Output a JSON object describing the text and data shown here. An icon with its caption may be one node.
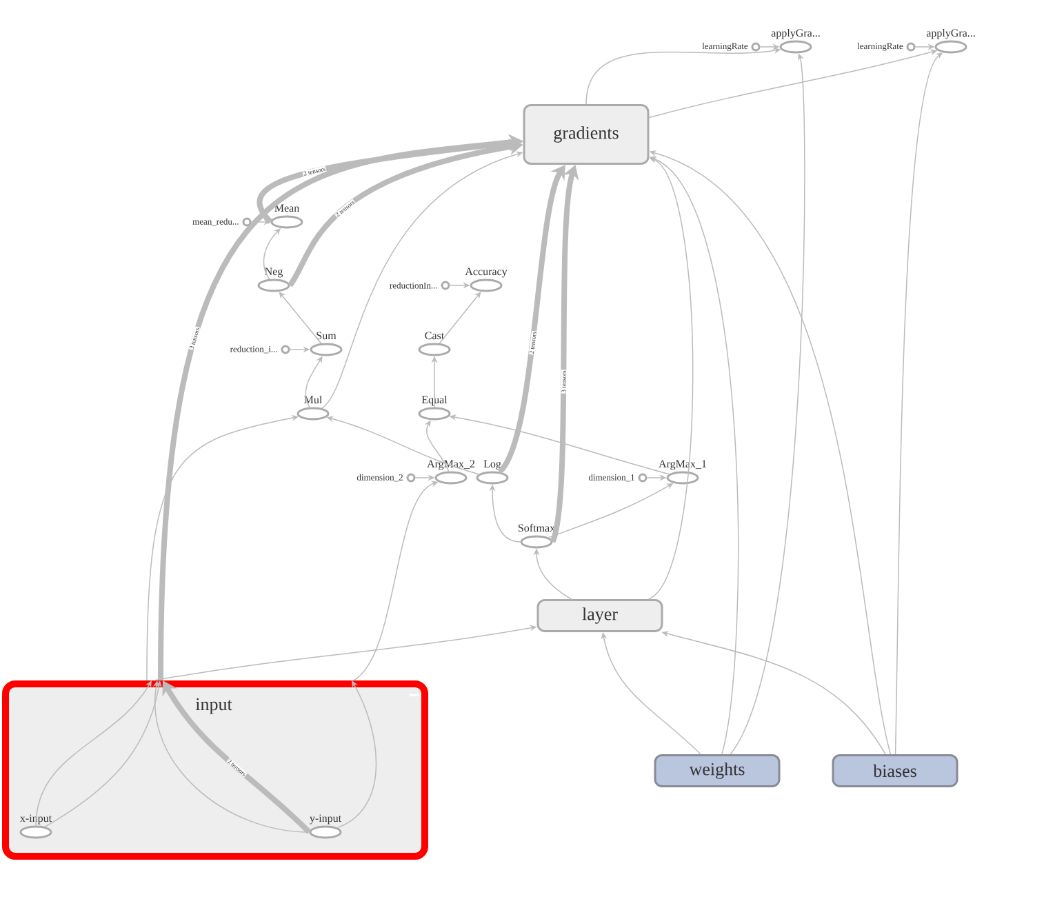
{
  "diagram": {
    "nodes": [
      {
        "text": [
          "applyGra..."
        ]
      },
      {
        "text": [
          "learningRate"
        ]
      },
      {
        "text": [
          "applyGra..."
        ]
      },
      {
        "text": [
          "learningRate"
        ]
      },
      {
        "text": [
          "gradients"
        ]
      },
      {
        "text": [
          "Mean"
        ]
      },
      {
        "text": [
          "mean_redu..."
        ]
      },
      {
        "text": [
          "Neg"
        ]
      },
      {
        "text": [
          "Accuracy"
        ]
      },
      {
        "text": [
          "reductionIn..."
        ]
      },
      {
        "text": [
          "Sum"
        ]
      },
      {
        "text": [
          "reduction_i..."
        ]
      },
      {
        "text": [
          "Cast"
        ]
      },
      {
        "text": [
          "Mul"
        ]
      },
      {
        "text": [
          "Equal"
        ]
      },
      {
        "text": [
          "ArgMax_2"
        ]
      },
      {
        "text": [
          "dimension_2"
        ]
      },
      {
        "text": [
          "Log"
        ]
      },
      {
        "text": [
          "ArgMax_1"
        ]
      },
      {
        "text": [
          "dimension_1"
        ]
      },
      {
        "text": [
          "Softmax"
        ]
      },
      {
        "text": [
          "layer"
        ]
      },
      {
        "text": [
          "input"
        ]
      },
      {
        "text": [
          "x-input"
        ],
        "in": 22
      },
      {
        "text": [
          "y-input"
        ],
        "in": 22
      },
      {
        "text": [
          "weights"
        ]
      },
      {
        "text": [
          "biases"
        ]
      }
    ],
    "edges": [
      {
        "from": 1,
        "to": 0,
        "arrow": "to"
      },
      {
        "from": 3,
        "to": 2,
        "arrow": "to"
      },
      {
        "from": 4,
        "to": 0,
        "arrow": "to"
      },
      {
        "from": 4,
        "to": 2,
        "arrow": "to"
      },
      {
        "from": 25,
        "to": 0,
        "arrow": "to"
      },
      {
        "from": 26,
        "to": 2,
        "arrow": "to"
      },
      {
        "from": 6,
        "to": 5,
        "arrow": "to"
      },
      {
        "from": 7,
        "to": 5,
        "arrow": "to"
      },
      {
        "from": 9,
        "to": 8,
        "arrow": "to"
      },
      {
        "from": 12,
        "to": 8,
        "arrow": "to"
      },
      {
        "from": 11,
        "to": 10,
        "arrow": "to"
      },
      {
        "from": 10,
        "to": 7,
        "arrow": "to"
      },
      {
        "from": 13,
        "to": 10,
        "arrow": "to"
      },
      {
        "from": 14,
        "to": 12,
        "arrow": "to"
      },
      {
        "from": 16,
        "to": 15,
        "arrow": "to"
      },
      {
        "from": 15,
        "to": 14,
        "arrow": "to"
      },
      {
        "from": 18,
        "to": 14,
        "arrow": "to"
      },
      {
        "from": 19,
        "to": 18,
        "arrow": "to"
      },
      {
        "from": 20,
        "to": 18,
        "arrow": "to"
      },
      {
        "from": 20,
        "to": 17,
        "arrow": "to"
      },
      {
        "from": 17,
        "to": 13,
        "arrow": "to"
      },
      {
        "from": 21,
        "to": 20,
        "arrow": "to"
      },
      {
        "from": 22,
        "to": 21,
        "arrow": "to"
      },
      {
        "from": 22,
        "to": 13,
        "arrow": "to"
      },
      {
        "from": 22,
        "to": 15,
        "arrow": "to"
      },
      {
        "from": 22,
        "to": 4,
        "arrow": "to",
        "label": "3 tensors",
        "style": "thick"
      },
      {
        "from": 5,
        "to": 4,
        "arrow": "to",
        "label": "2 tensors",
        "style": "thick"
      },
      {
        "from": 7,
        "to": 4,
        "arrow": "to",
        "label": "2 tensors",
        "style": "thick"
      },
      {
        "from": 13,
        "to": 4,
        "arrow": "to"
      },
      {
        "from": 17,
        "to": 4,
        "arrow": "to",
        "label": "2 tensors",
        "style": "thick"
      },
      {
        "from": 20,
        "to": 4,
        "arrow": "to",
        "label": "3 tensors",
        "style": "thick"
      },
      {
        "from": 21,
        "to": 4,
        "arrow": "to"
      },
      {
        "from": 25,
        "to": 4,
        "arrow": "to"
      },
      {
        "from": 26,
        "to": 4,
        "arrow": "to"
      },
      {
        "from": 25,
        "to": 21,
        "arrow": "to"
      },
      {
        "from": 26,
        "to": 21,
        "arrow": "to"
      },
      {
        "from": 23,
        "to": 22,
        "arrow": "to"
      },
      {
        "from": 23,
        "to": 22,
        "arrow": "to"
      },
      {
        "from": 24,
        "to": 22,
        "arrow": "to",
        "label": "2 tensors",
        "style": "thick"
      },
      {
        "from": 24,
        "to": 22,
        "arrow": "to"
      },
      {
        "from": 24,
        "to": 22,
        "arrow": "to"
      }
    ]
  }
}
